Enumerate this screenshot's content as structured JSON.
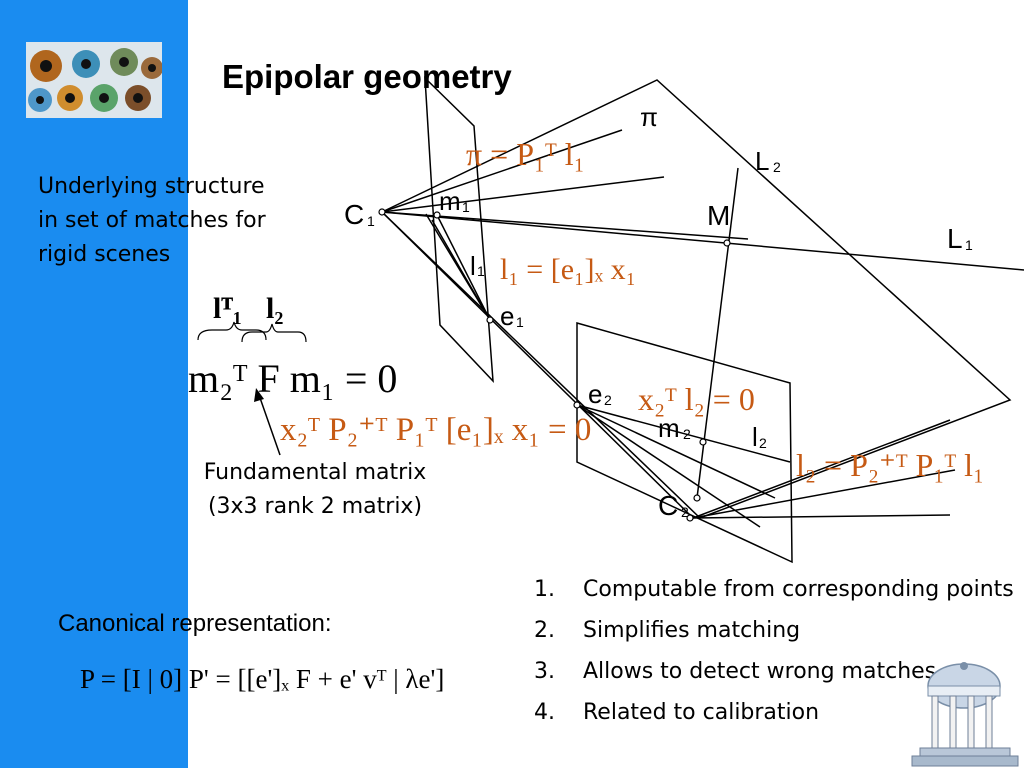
{
  "title": "Epipolar geometry",
  "description": [
    "Underlying structure",
    "in set of matches for",
    "rigid scenes"
  ],
  "labels": {
    "pi": "π",
    "C1": "C",
    "C1_sub": "1",
    "C2": "C",
    "C2_sub": "2",
    "m1": "m",
    "m1_sub": "1",
    "m2": "m",
    "m2_sub": "2",
    "M": "M",
    "L1": "L",
    "L1_sub": "1",
    "L2": "L",
    "L2_sub": "2",
    "l1": "l",
    "l1_sub": "1",
    "l2": "l",
    "l2_sub": "2",
    "e1": "e",
    "e1_sub": "1",
    "e2": "e",
    "e2_sub": "2"
  },
  "formulas": {
    "plane": "π = P₁ᵀ l₁",
    "l1_eq": "l₁ = [e₁]ₓ x₁",
    "x2_eq": "x₂ᵀ l₂ = 0",
    "l2_eq": "l₂ = P₂⁺ᵀ P₁ᵀ l₁",
    "fund_brace_left": "lᵀ₁",
    "fund_brace_right": "l₂",
    "fund_main": "m₂ᵀ F m₁ = 0",
    "fund_expanded": "x₂ᵀ P₂⁺ᵀ P₁ᵀ [e₁]ₓ x₁ = 0",
    "canonical": "P = [I | 0]   P' = [[e']ₓ F + e' vᵀ | λe']"
  },
  "fundamental_caption": [
    "Fundamental matrix",
    "(3x3 rank 2 matrix)"
  ],
  "canonical_label": "Canonical representation:",
  "properties": [
    {
      "num": "1.",
      "text": "Computable from corresponding points"
    },
    {
      "num": "2.",
      "text": "Simplifies matching"
    },
    {
      "num": "3.",
      "text": "Allows to detect wrong matches"
    },
    {
      "num": "4.",
      "text": "Related to calibration"
    }
  ],
  "colors": {
    "sidebar": "#1a8cf0",
    "formula": "#c65a14",
    "text": "#000000"
  },
  "icons": {
    "logo": "eyes-logo-image",
    "bottom_right": "pavilion-image"
  }
}
